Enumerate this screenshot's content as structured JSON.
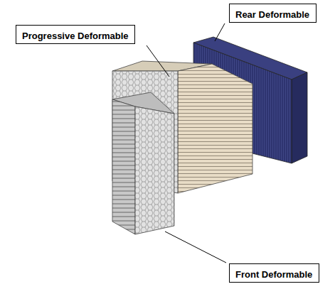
{
  "diagram": {
    "nodes": [
      {
        "text": [
          "Rear Deformable"
        ]
      },
      {
        "text": [
          "Progressive Deformable"
        ]
      },
      {
        "text": [
          "Front Deformable"
        ]
      }
    ]
  }
}
